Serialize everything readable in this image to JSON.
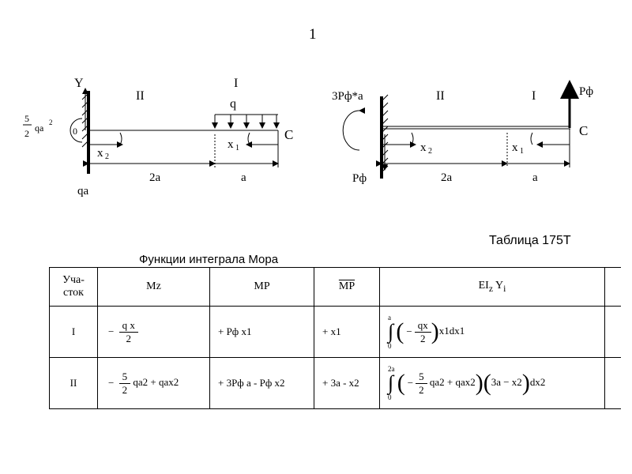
{
  "page_number": "1",
  "diagram_left": {
    "axis_label": "Y",
    "origin_label": "0",
    "moment_coef_num": "5",
    "moment_coef_den": "2",
    "moment_var": "qa",
    "moment_exp": "2",
    "reaction_label": "qa",
    "section_II": "II",
    "section_I": "I",
    "load_label": "q",
    "point_label": "C",
    "x1_label": "x",
    "x1_sub": "1",
    "x2_label": "x",
    "x2_sub": "2",
    "dim_2a": "2a",
    "dim_a": "a"
  },
  "diagram_right": {
    "moment_label": "3Pф*a",
    "reaction_label": "Pф",
    "force_label": "Pф",
    "section_II": "II",
    "section_I": "I",
    "point_label": "C",
    "x1_label": "x",
    "x1_sub": "1",
    "x2_label": "x",
    "x2_sub": "2",
    "dim_2a": "2a",
    "dim_a": "a"
  },
  "table": {
    "caption": "Таблица  175Т",
    "title": "Функции интеграла Мора",
    "headers": {
      "section": "Уча-\nсток",
      "mz": "Mz",
      "mp": "MP",
      "mp_bar": "MP"
    },
    "rows": [
      {
        "section": "I",
        "mz_num": "q  x",
        "mz_den": "2",
        "mp": "+ Pф x1",
        "mp_bar": "+ x1",
        "integral_upper": "a",
        "integral_lower": "0",
        "integral_num": "qx",
        "integral_den": "2",
        "integral_tail": "x1dx1"
      },
      {
        "section": "II",
        "mz_coef_num": "5",
        "mz_coef_den": "2",
        "mz_tail": "qa2 + qax2",
        "mp": "+ 3Pф a - Pф x2",
        "mp_bar": "+ 3a - x2",
        "integral_upper": "2a",
        "integral_lower": "0",
        "integral_coef_num": "5",
        "integral_coef_den": "2",
        "integral_inner": "qa2 + qax2",
        "integral_factor": "3a − x2",
        "integral_tail": "dx2"
      }
    ]
  }
}
